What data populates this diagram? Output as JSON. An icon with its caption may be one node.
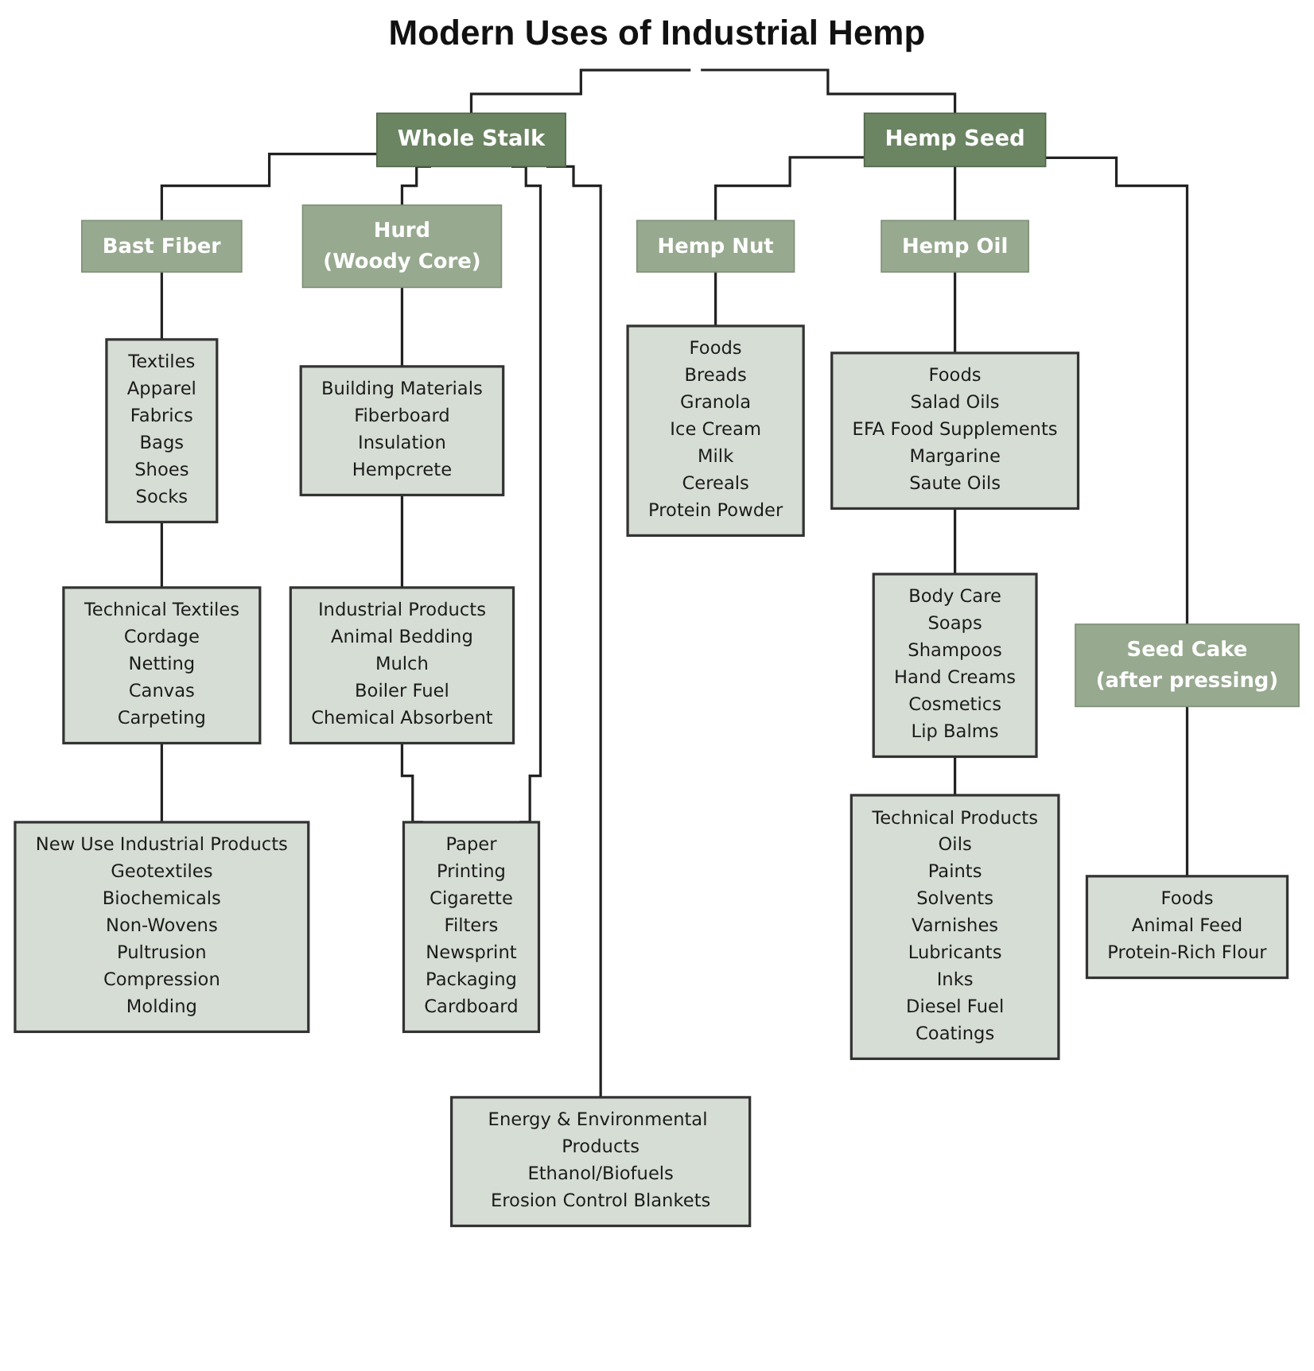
{
  "diagram": {
    "title": "Modern Uses of Industrial Hemp",
    "nodes": [
      {
        "text": [
          "Whole Stalk"
        ]
      },
      {
        "text": [
          "Hemp Seed"
        ]
      },
      {
        "text": [
          "Bast Fiber"
        ]
      },
      {
        "text": [
          "Hurd",
          "(Woody Core)"
        ]
      },
      {
        "text": [
          "Hemp Nut"
        ]
      },
      {
        "text": [
          "Hemp Oil"
        ]
      },
      {
        "text": [
          "Textiles",
          "Apparel",
          "Fabrics",
          "Bags",
          "Shoes",
          "Socks"
        ]
      },
      {
        "text": [
          "Building Materials",
          "Fiberboard",
          "Insulation",
          "Hempcrete"
        ]
      },
      {
        "text": [
          "Foods",
          "Breads",
          "Granola",
          "Ice Cream",
          "Milk",
          "Cereals",
          "Protein Powder"
        ]
      },
      {
        "text": [
          "Foods",
          "Salad Oils",
          "EFA Food Supplements",
          "Margarine",
          "Saute Oils"
        ]
      },
      {
        "text": [
          "Technical Textiles",
          "Cordage",
          "Netting",
          "Canvas",
          "Carpeting"
        ]
      },
      {
        "text": [
          "Industrial Products",
          "Animal Bedding",
          "Mulch",
          "Boiler Fuel",
          "Chemical Absorbent"
        ]
      },
      {
        "text": [
          "Seed Cake",
          "(after pressing)"
        ]
      },
      {
        "text": [
          "Body Care",
          "Soaps",
          "Shampoos",
          "Hand Creams",
          "Cosmetics",
          "Lip Balms"
        ]
      },
      {
        "text": [
          "Foods",
          "Animal Feed",
          "Protein-Rich Flour"
        ]
      },
      {
        "text": [
          "New Use Industrial Products",
          "Geotextiles",
          "Biochemicals",
          "Non-Wovens",
          "Pultrusion",
          "Compression",
          "Molding"
        ]
      },
      {
        "text": [
          "Paper",
          "Printing",
          "Cigarette",
          "Filters",
          "Newsprint",
          "Packaging",
          "Cardboard"
        ]
      },
      {
        "text": [
          "Energy & Environmental Products",
          "Ethanol/Biofuels",
          "Erosion Control Blankets"
        ]
      },
      {
        "text": [
          "Technical Products",
          "Oils",
          "Paints",
          "Solvents",
          "Varnishes",
          "Lubricants",
          "Inks",
          "Diesel Fuel",
          "Coatings"
        ]
      }
    ],
    "edges": [
      {
        "from": null,
        "to": 0,
        "arrow": "none"
      },
      {
        "from": null,
        "to": 1,
        "arrow": "none"
      },
      {
        "from": 0,
        "to": 2,
        "arrow": "none"
      },
      {
        "from": 0,
        "to": 3,
        "arrow": "none"
      },
      {
        "from": 0,
        "to": 16,
        "arrow": "none"
      },
      {
        "from": 0,
        "to": 17,
        "arrow": "none"
      },
      {
        "from": 1,
        "to": 4,
        "arrow": "none"
      },
      {
        "from": 1,
        "to": 5,
        "arrow": "none"
      },
      {
        "from": 1,
        "to": 12,
        "arrow": "none"
      },
      {
        "from": 2,
        "to": 6,
        "arrow": "none"
      },
      {
        "from": 6,
        "to": 10,
        "arrow": "none"
      },
      {
        "from": 10,
        "to": 15,
        "arrow": "none"
      },
      {
        "from": 3,
        "to": 7,
        "arrow": "none"
      },
      {
        "from": 7,
        "to": 11,
        "arrow": "none"
      },
      {
        "from": 11,
        "to": 16,
        "arrow": "none"
      },
      {
        "from": 4,
        "to": 8,
        "arrow": "none"
      },
      {
        "from": 12,
        "to": 14,
        "arrow": "none"
      },
      {
        "from": 5,
        "to": 9,
        "arrow": "none"
      },
      {
        "from": 9,
        "to": 13,
        "arrow": "none"
      },
      {
        "from": 13,
        "to": 18,
        "arrow": "none"
      }
    ]
  }
}
